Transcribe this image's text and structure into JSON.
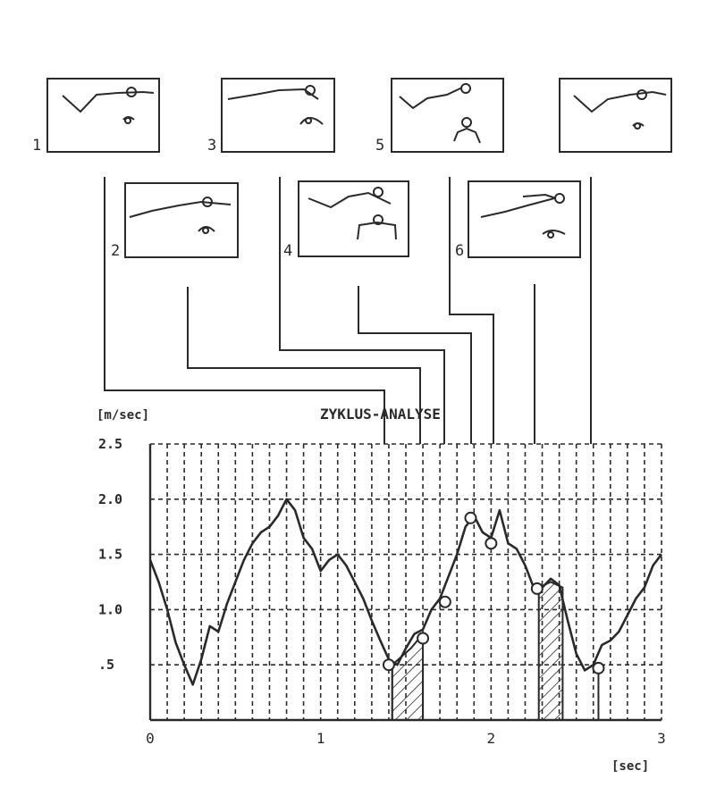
{
  "chart_data": {
    "type": "line",
    "title": "ZYKLUS-ANALYSE",
    "ylabel": "[m/sec]",
    "xlabel": "[sec]",
    "xlim": [
      0,
      3
    ],
    "ylim": [
      0,
      2.5
    ],
    "x_ticks": [
      "0",
      "1",
      "2",
      "3"
    ],
    "y_ticks": [
      ".5",
      "1.0",
      "1.5",
      "2.0",
      "2.5"
    ],
    "grid": true,
    "series": [
      {
        "x": [
          0,
          0.05,
          0.1,
          0.15,
          0.2,
          0.25,
          0.3,
          0.35,
          0.4,
          0.45,
          0.5,
          0.55,
          0.6,
          0.65,
          0.7,
          0.75,
          0.8,
          0.85,
          0.9,
          0.95,
          1.0,
          1.05,
          1.1,
          1.15,
          1.2,
          1.25,
          1.3,
          1.35,
          1.4,
          1.45,
          1.5,
          1.55,
          1.6,
          1.65,
          1.7,
          1.75,
          1.8,
          1.85,
          1.9,
          1.95,
          2.0,
          2.05,
          2.1,
          2.15,
          2.2,
          2.25,
          2.3,
          2.35,
          2.4,
          2.45,
          2.5,
          2.55,
          2.6,
          2.65,
          2.7,
          2.75,
          2.8,
          2.85,
          2.9,
          2.95,
          3.0
        ],
        "values": [
          1.45,
          1.25,
          1.0,
          0.7,
          0.5,
          0.32,
          0.55,
          0.85,
          0.8,
          1.05,
          1.25,
          1.45,
          1.6,
          1.7,
          1.75,
          1.85,
          2.0,
          1.9,
          1.65,
          1.55,
          1.35,
          1.45,
          1.5,
          1.4,
          1.25,
          1.1,
          0.9,
          0.72,
          0.55,
          0.5,
          0.65,
          0.78,
          0.82,
          1.0,
          1.1,
          1.3,
          1.5,
          1.75,
          1.85,
          1.7,
          1.65,
          1.9,
          1.6,
          1.55,
          1.4,
          1.2,
          1.2,
          1.28,
          1.22,
          0.9,
          0.6,
          0.45,
          0.5,
          0.68,
          0.72,
          0.8,
          0.95,
          1.1,
          1.2,
          1.4,
          1.5
        ]
      }
    ],
    "markers": {
      "x": [
        1.4,
        1.6,
        1.73,
        1.88,
        2.0,
        2.27,
        2.63
      ],
      "y": [
        0.5,
        0.74,
        1.07,
        1.83,
        1.6,
        1.19,
        0.47
      ]
    },
    "hatched_regions": [
      {
        "x": [
          1.42,
          1.53,
          1.6
        ],
        "y": [
          0.5,
          0.65,
          0.78
        ]
      },
      {
        "x": [
          2.28,
          2.35,
          2.42
        ],
        "y": [
          1.2,
          1.25,
          1.2
        ]
      }
    ],
    "vertical_lines_x": [
      1.42,
      1.6,
      2.63
    ]
  },
  "frames": [
    {
      "number": "1"
    },
    {
      "number": "2"
    },
    {
      "number": "3"
    },
    {
      "number": "4"
    },
    {
      "number": "5"
    },
    {
      "number": "6"
    },
    {
      "number": ""
    }
  ]
}
